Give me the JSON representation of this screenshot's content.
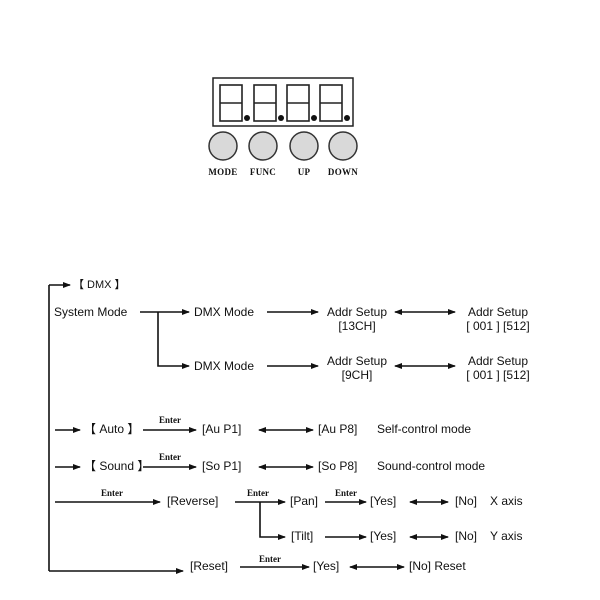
{
  "display": {
    "digits": 4,
    "buttons": [
      {
        "id": "mode",
        "label": "MODE"
      },
      {
        "id": "func",
        "label": "FUNC"
      },
      {
        "id": "up",
        "label": "UP"
      },
      {
        "id": "down",
        "label": "DOWN"
      }
    ]
  },
  "diagram": {
    "dmx_header": "【 DMX 】",
    "system_mode": "System Mode",
    "dmx_mode_1": "DMX Mode",
    "dmx_mode_2": "DMX Mode",
    "addr_setup_13_a": {
      "line1": "Addr Setup",
      "line2": "[13CH]"
    },
    "addr_setup_13_b": {
      "line1": "Addr Setup",
      "line2": "[ 001 ]  [512]"
    },
    "addr_setup_9_a": {
      "line1": "Addr Setup",
      "line2": "[9CH]"
    },
    "addr_setup_9_b": {
      "line1": "Addr Setup",
      "line2": "[ 001 ]  [512]"
    },
    "auto": {
      "label": "【 Auto 】",
      "enter": "Enter",
      "start": "[Au P1]",
      "end": "[Au  P8]",
      "desc": "Self-control mode"
    },
    "sound": {
      "label": "【 Sound 】",
      "enter": "Enter",
      "start": "[So  P1]",
      "end": "[So  P8]",
      "desc": "Sound-control mode"
    },
    "reverse": {
      "enter": "Enter",
      "label": "[Reverse]",
      "enter2": "Enter",
      "pan": "[Pan]",
      "enter3": "Enter",
      "pan_yes": "[Yes]",
      "pan_no": "[No]",
      "pan_axis": "X axis",
      "tilt": "[Tilt]",
      "tilt_yes": "[Yes]",
      "tilt_no": "[No]",
      "tilt_axis": "Y axis"
    },
    "reset": {
      "label": "[Reset]",
      "enter": "Enter",
      "yes": "[Yes]",
      "no": "[No] Reset"
    }
  }
}
